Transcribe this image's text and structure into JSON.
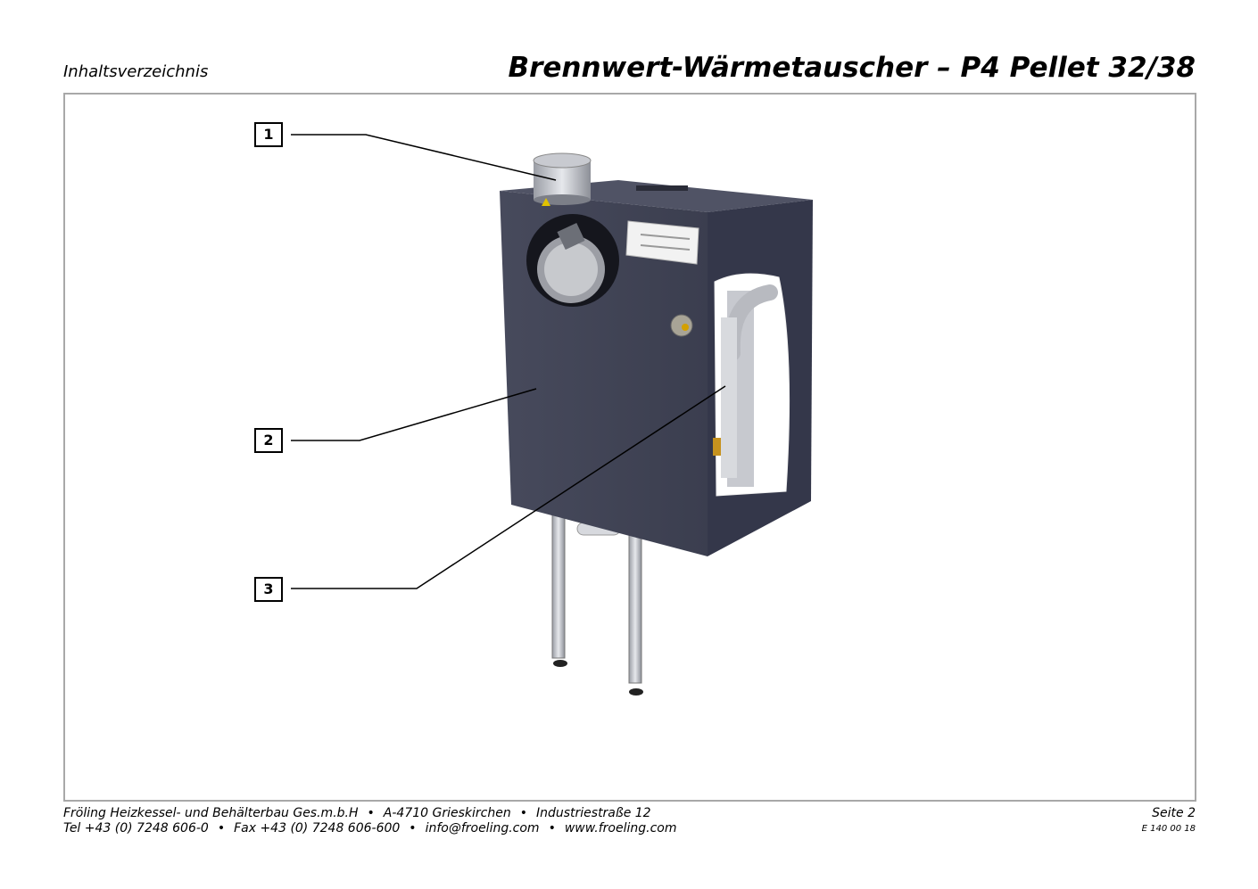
{
  "header": {
    "section": "Inhaltsverzeichnis",
    "title": "Brennwert-Wärmetauscher – P4 Pellet 32/38"
  },
  "figure": {
    "callouts": [
      "1",
      "2",
      "3"
    ]
  },
  "footer": {
    "line1": [
      "Fröling Heizkessel- und Behälterbau Ges.m.b.H",
      "A-4710 Grieskirchen",
      "Industriestraße 12"
    ],
    "line2": [
      "Tel +43 (0) 7248 606-0",
      "Fax +43 (0) 7248 606-600",
      "info@froeling.com",
      "www.froeling.com"
    ],
    "separator": "•",
    "page": "Seite 2",
    "code": "E 140 00 18"
  },
  "colors": {
    "housing": "#3e4152",
    "housing_side": "#34374a",
    "frame_border": "#a8a8a8"
  }
}
